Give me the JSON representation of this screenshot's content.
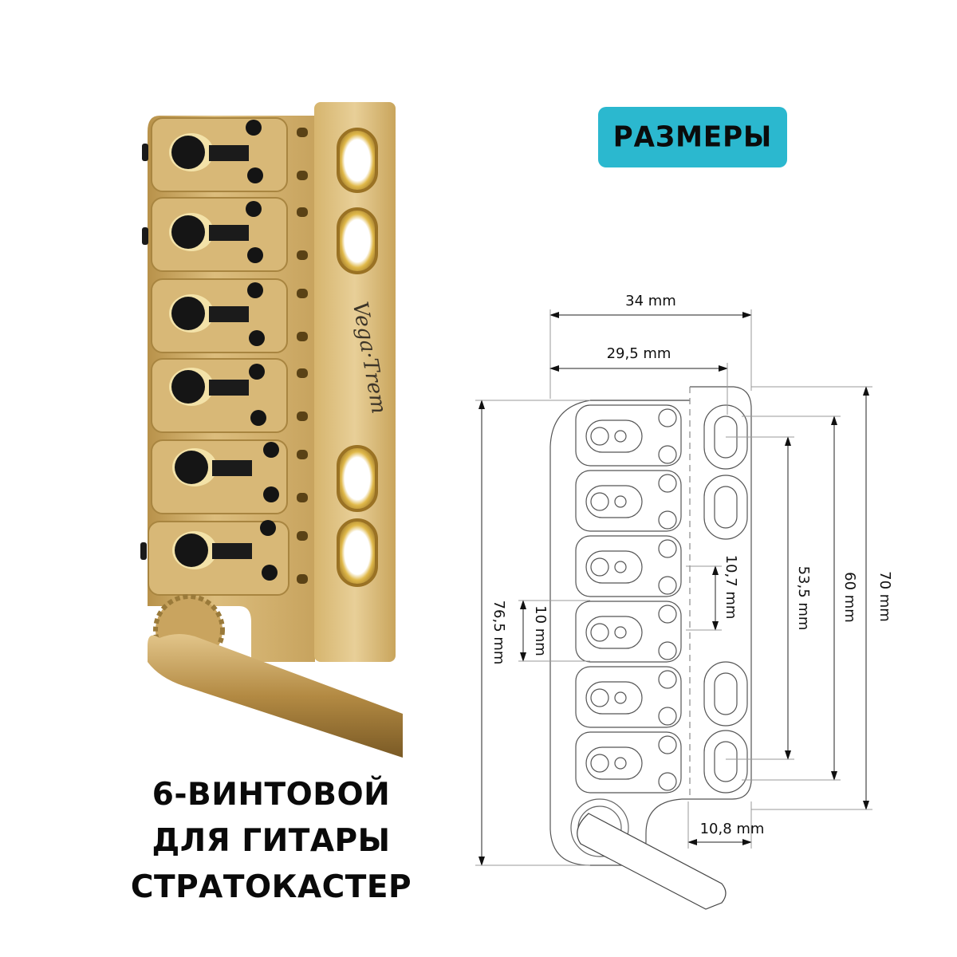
{
  "header": {
    "badge_label": "РАЗМЕРЫ",
    "badge_color": "#2bb8cf"
  },
  "product": {
    "brand_engraving": "Vega·Trem",
    "finish_color": "#c9a55c",
    "saddle_count": 6,
    "mount_hole_count": 4
  },
  "caption": {
    "lines": [
      "6-ВИНТОВОЙ",
      "ДЛЯ ГИТАРЫ",
      "СТРАТОКАСТЕР"
    ]
  },
  "drawing": {
    "dimensions": {
      "overall_width": "34 mm",
      "saddle_width": "29,5 mm",
      "overall_length": "76,5 mm",
      "string_spacing": "10 mm",
      "screw_gap": "10,7 mm",
      "inner_screw_span": "53,5 mm",
      "outer_screw_span": "60 mm",
      "plate_length": "70 mm",
      "plate_width": "10,8 mm"
    }
  }
}
